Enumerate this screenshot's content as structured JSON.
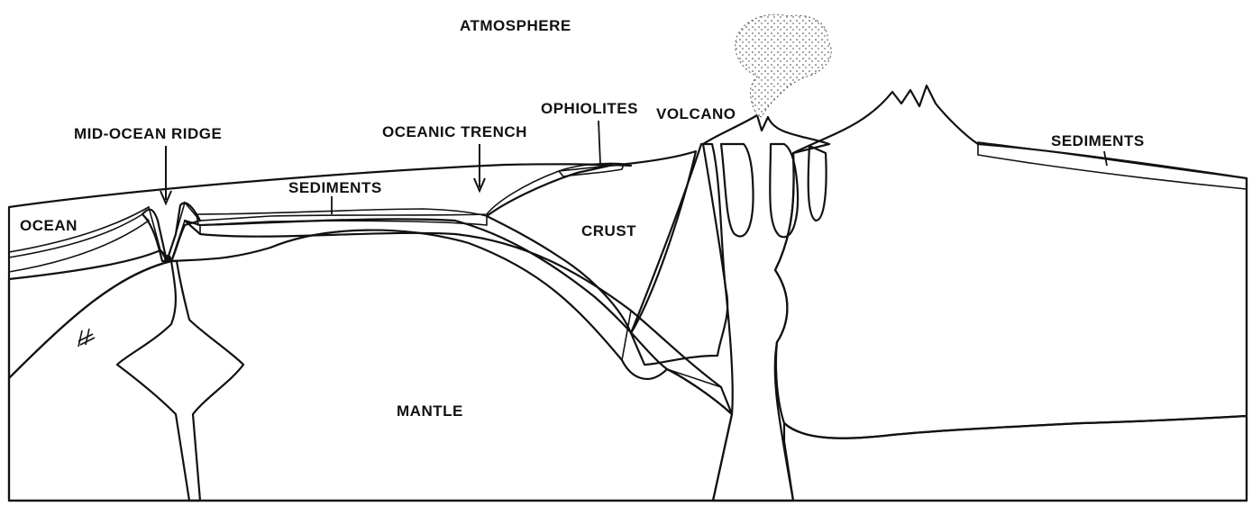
{
  "labels": {
    "atmosphere": "ATMOSPHERE",
    "ophiolites": "OPHIOLITES",
    "volcano": "VOLCANO",
    "mid_ocean_ridge": "MID-OCEAN RIDGE",
    "oceanic_trench": "OCEANIC TRENCH",
    "sediments_left": "SEDIMENTS",
    "sediments_right": "SEDIMENTS",
    "ocean": "OCEAN",
    "crust": "CRUST",
    "mantle": "MANTLE"
  },
  "colors": {
    "ink": "#111111",
    "paper": "#ffffff",
    "ocean_fill": "#ececec",
    "crust_fill": "#d9d9d9",
    "mantle_fill": "#d0d0d0",
    "magma_fill": "#e2e2e2"
  }
}
